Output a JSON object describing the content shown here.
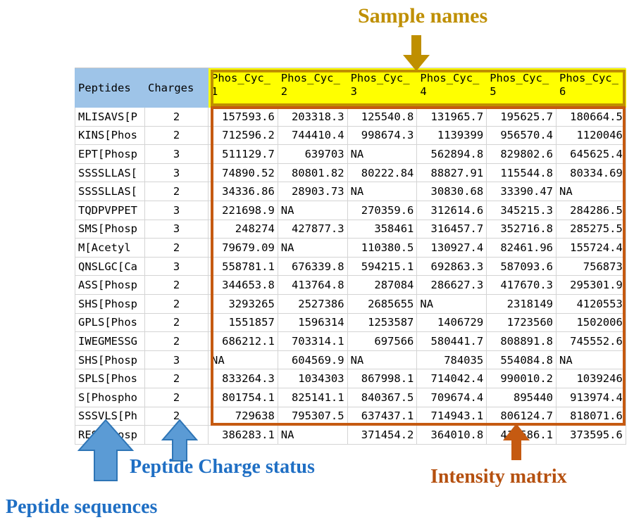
{
  "annotations": {
    "sample_names": "Sample names",
    "peptide_charge": "Peptide Charge status",
    "peptide_sequences": "Peptide sequences",
    "intensity_matrix": "Intensity matrix"
  },
  "colors": {
    "sample_names_accent": "#bf8f00",
    "intensity_accent": "#c55a11",
    "peptide_accent": "#1f6fc4",
    "header_highlight": "#ffff00",
    "header_blue": "#9ec4e8",
    "arrow_blue_fill": "#5b9bd5",
    "arrow_blue_stroke": "#2e75b6"
  },
  "icons": {
    "arrow_down_sample": "arrow-down-icon",
    "arrow_up_intensity": "arrow-up-icon",
    "arrow_up_peptides": "arrow-up-icon",
    "arrow_up_charges": "arrow-up-icon"
  },
  "table": {
    "headers": [
      "Peptides",
      "Charges",
      "Phos_Cyc_1",
      "Phos_Cyc_2",
      "Phos_Cyc_3",
      "Phos_Cyc_4",
      "Phos_Cyc_5",
      "Phos_Cyc_6"
    ],
    "rows": [
      {
        "peptide": "MLISAVS[P",
        "charge": "2",
        "values": [
          "157593.6",
          "203318.3",
          "125540.8",
          "131965.7",
          "195625.7",
          "180664.5"
        ]
      },
      {
        "peptide": "KINS[Phos",
        "charge": "2",
        "values": [
          "712596.2",
          "744410.4",
          "998674.3",
          "1139399",
          "956570.4",
          "1120046"
        ]
      },
      {
        "peptide": "EPT[Phosp",
        "charge": "3",
        "values": [
          "511129.7",
          "639703",
          "NA",
          "562894.8",
          "829802.6",
          "645625.4"
        ]
      },
      {
        "peptide": "SSSSLLAS[",
        "charge": "3",
        "values": [
          "74890.52",
          "80801.82",
          "80222.84",
          "88827.91",
          "115544.8",
          "80334.69"
        ]
      },
      {
        "peptide": "SSSSLLAS[",
        "charge": "2",
        "values": [
          "34336.86",
          "28903.73",
          "NA",
          "30830.68",
          "33390.47",
          "NA"
        ]
      },
      {
        "peptide": "TQDPVPPET",
        "charge": "3",
        "values": [
          "221698.9",
          "NA",
          "270359.6",
          "312614.6",
          "345215.3",
          "284286.5"
        ]
      },
      {
        "peptide": "SMS[Phosp",
        "charge": "3",
        "values": [
          "248274",
          "427877.3",
          "358461",
          "316457.7",
          "352716.8",
          "285275.5"
        ]
      },
      {
        "peptide": "M[Acetyl",
        "charge": "2",
        "values": [
          "79679.09",
          "NA",
          "110380.5",
          "130927.4",
          "82461.96",
          "155724.4"
        ]
      },
      {
        "peptide": "QNSLGC[Ca",
        "charge": "3",
        "values": [
          "558781.1",
          "676339.8",
          "594215.1",
          "692863.3",
          "587093.6",
          "756873"
        ]
      },
      {
        "peptide": "ASS[Phosp",
        "charge": "2",
        "values": [
          "344653.8",
          "413764.8",
          "287084",
          "286627.3",
          "417670.3",
          "295301.9"
        ]
      },
      {
        "peptide": "SHS[Phosp",
        "charge": "2",
        "values": [
          "3293265",
          "2527386",
          "2685655",
          "NA",
          "2318149",
          "4120553"
        ]
      },
      {
        "peptide": "GPLS[Phos",
        "charge": "2",
        "values": [
          "1551857",
          "1596314",
          "1253587",
          "1406729",
          "1723560",
          "1502006"
        ]
      },
      {
        "peptide": "IWEGMESSG",
        "charge": "2",
        "values": [
          "686212.1",
          "703314.1",
          "697566",
          "580441.7",
          "808891.8",
          "745552.6"
        ]
      },
      {
        "peptide": "SHS[Phosp",
        "charge": "3",
        "values": [
          "NA",
          "604569.9",
          "NA",
          "784035",
          "554084.8",
          "NA"
        ]
      },
      {
        "peptide": "SPLS[Phos",
        "charge": "2",
        "values": [
          "833264.3",
          "1034303",
          "867998.1",
          "714042.4",
          "990010.2",
          "1039246"
        ]
      },
      {
        "peptide": "S[Phospho",
        "charge": "2",
        "values": [
          "801754.1",
          "825141.1",
          "840367.5",
          "709674.4",
          "895440",
          "913974.4"
        ]
      },
      {
        "peptide": "SSSVLS[Ph",
        "charge": "2",
        "values": [
          "729638",
          "795307.5",
          "637437.1",
          "714943.1",
          "806124.7",
          "818071.6"
        ]
      },
      {
        "peptide": "RES[Phosp",
        "charge": "2",
        "values": [
          "386283.1",
          "NA",
          "371454.2",
          "364010.8",
          "415586.1",
          "373595.6"
        ]
      }
    ]
  }
}
